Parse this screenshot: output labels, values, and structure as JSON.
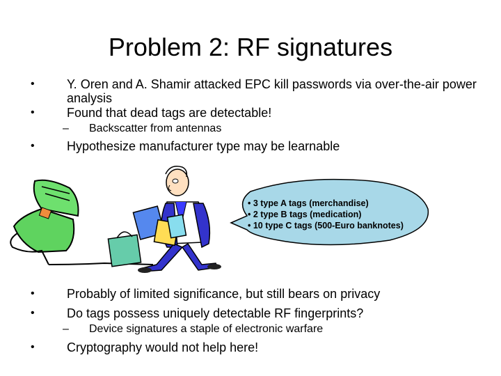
{
  "title": "Problem 2: RF signatures",
  "bullet_marker": "•",
  "dash_marker": "–",
  "top_bullets": [
    "Y. Oren and A. Shamir attacked EPC kill passwords via over-the-air power analysis",
    "Found that dead tags are detectable!",
    "Hypothesize manufacturer type may be learnable"
  ],
  "top_sub": "Backscatter from antennas",
  "bubble_lines": [
    "• 3 type A tags (merchandise)",
    "• 2 type B tags (medication)",
    "• 10 type C tags (500-Euro banknotes)"
  ],
  "bottom_bullets": [
    "Probably of limited significance, but still bears on privacy",
    "Do tags possess uniquely detectable RF fingerprints?",
    "Cryptography would not help here!"
  ],
  "bottom_sub": "Device signatures a staple of electronic warfare"
}
